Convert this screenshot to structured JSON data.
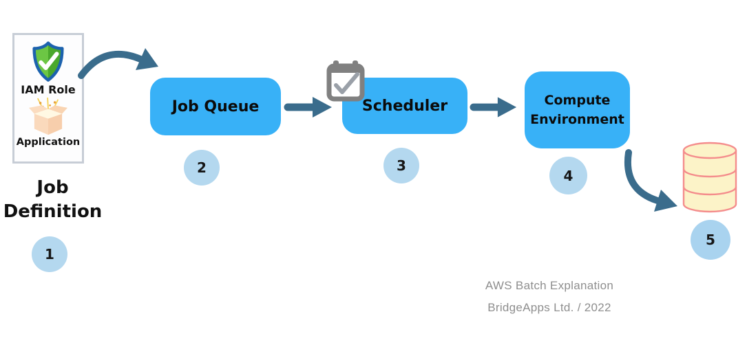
{
  "colors": {
    "flow_box_blue": "#38b1f7",
    "arrow_blue": "#3a6c8c",
    "step_circle_blue": "#b4d8ef",
    "database_fill": "#fcf3c8",
    "database_stroke": "#f48c8c",
    "calendar_gray": "#808080",
    "shield_green": "#55b92e",
    "shield_border_blue": "#1c62ae",
    "application_box_peach": "#f9d8b8",
    "definition_border_gray": "#c7cdd6",
    "footer_gray": "#8e8e8e"
  },
  "nodes": {
    "job_definition": {
      "iam_role": "IAM Role",
      "application": "Application",
      "title": "Job Definition",
      "step": "1"
    },
    "job_queue": {
      "label": "Job Queue",
      "step": "2"
    },
    "scheduler": {
      "label": "Scheduler",
      "step": "3"
    },
    "compute_environment": {
      "label": "Compute Environment",
      "step": "4"
    },
    "data_store": {
      "step": "5"
    }
  },
  "footer": {
    "title": "AWS Batch Explanation",
    "credit": "BridgeApps Ltd. / 2022"
  }
}
